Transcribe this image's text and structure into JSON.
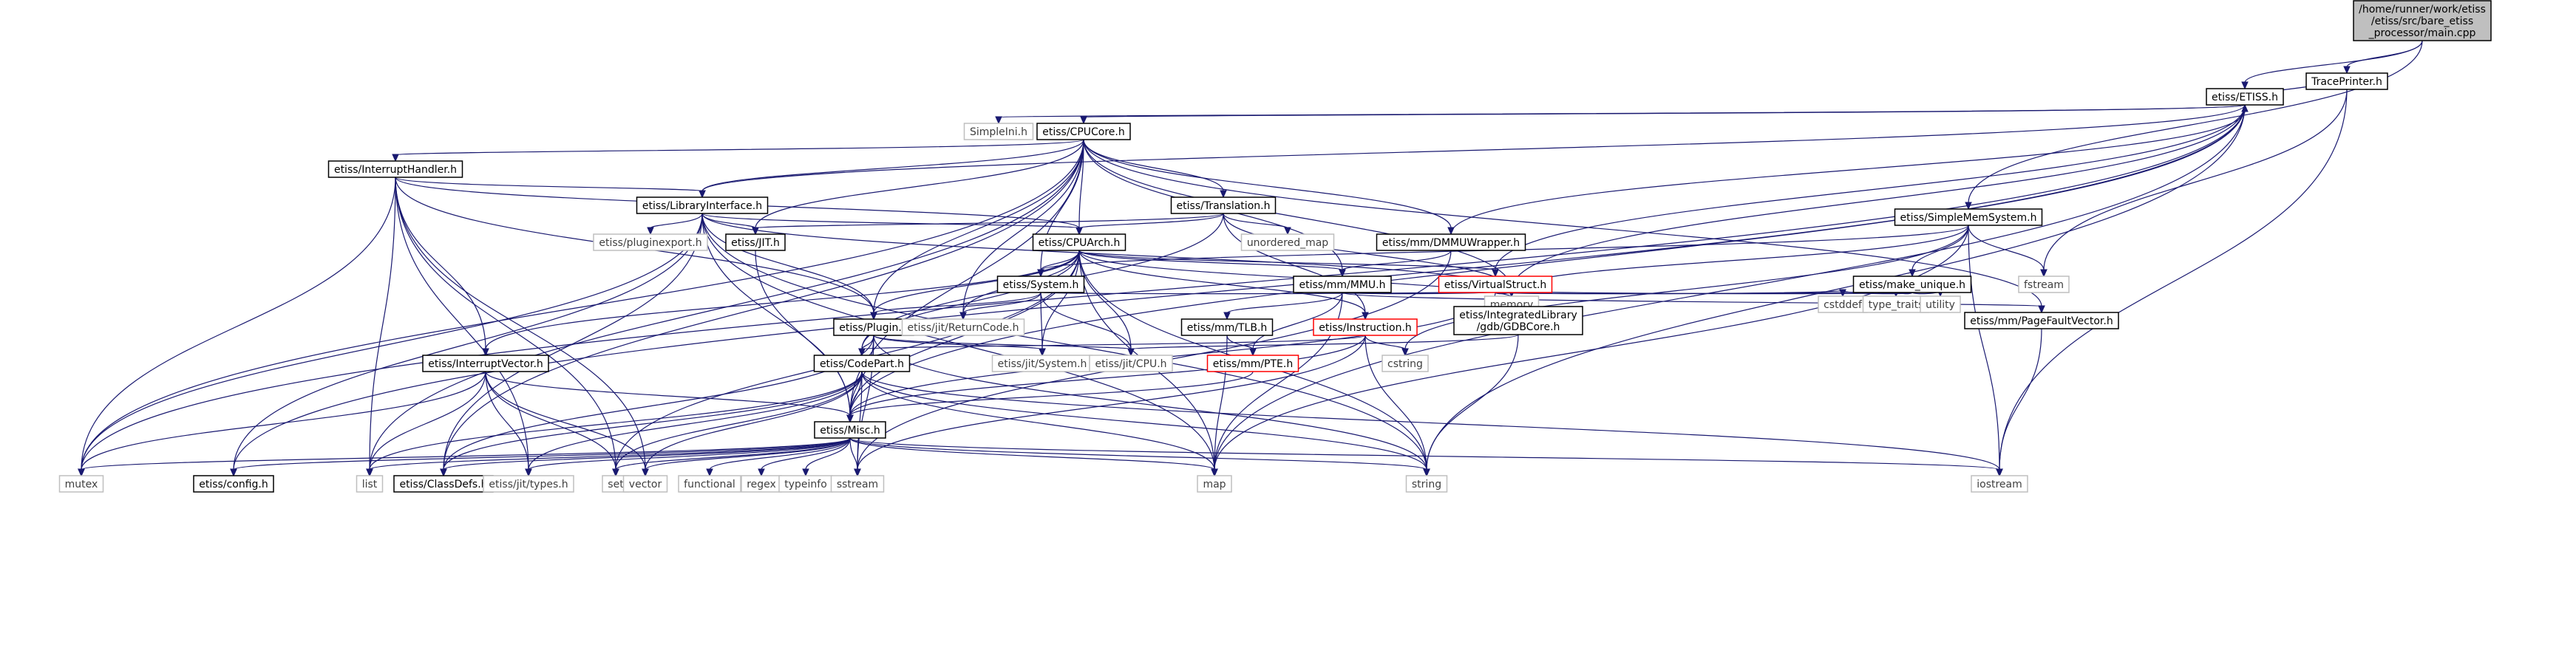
{
  "graph": {
    "palette": {
      "edge": "#191970",
      "root_fill": "#bfbfbf",
      "node_fill": "#ffffff",
      "node_border": "#000000",
      "truncated_border": "#ff0000",
      "system_border": "#bfbfbf",
      "system_text": "#3f3f3f"
    },
    "nodes": [
      {
        "id": "root",
        "label": "/home/runner/work/etiss\n/etiss/src/bare_etiss\n_processor/main.cpp",
        "kind": "root"
      },
      {
        "id": "etiss_h",
        "label": "etiss/ETISS.h",
        "kind": "file"
      },
      {
        "id": "traceprinter",
        "label": "TracePrinter.h",
        "kind": "file"
      },
      {
        "id": "cpucore",
        "label": "etiss/CPUCore.h",
        "kind": "file"
      },
      {
        "id": "simpleini",
        "label": "SimpleIni.h",
        "kind": "system"
      },
      {
        "id": "interrupthandler",
        "label": "etiss/InterruptHandler.h",
        "kind": "file"
      },
      {
        "id": "libinterface",
        "label": "etiss/LibraryInterface.h",
        "kind": "file"
      },
      {
        "id": "translation",
        "label": "etiss/Translation.h",
        "kind": "file"
      },
      {
        "id": "simplemem",
        "label": "etiss/SimpleMemSystem.h",
        "kind": "file"
      },
      {
        "id": "cpuarch",
        "label": "etiss/CPUArch.h",
        "kind": "file"
      },
      {
        "id": "jit",
        "label": "etiss/JIT.h",
        "kind": "file"
      },
      {
        "id": "pluginexport",
        "label": "etiss/pluginexport.h",
        "kind": "system"
      },
      {
        "id": "unordered_map",
        "label": "unordered_map",
        "kind": "system"
      },
      {
        "id": "dmmu",
        "label": "etiss/mm/DMMUWrapper.h",
        "kind": "file"
      },
      {
        "id": "make_unique",
        "label": "etiss/make_unique.h",
        "kind": "file"
      },
      {
        "id": "fstream",
        "label": "fstream",
        "kind": "system"
      },
      {
        "id": "system_h",
        "label": "etiss/System.h",
        "kind": "file"
      },
      {
        "id": "mmu",
        "label": "etiss/mm/MMU.h",
        "kind": "file"
      },
      {
        "id": "virtualstruct",
        "label": "etiss/VirtualStruct.h",
        "kind": "truncated"
      },
      {
        "id": "memory",
        "label": "memory",
        "kind": "system"
      },
      {
        "id": "cstddef",
        "label": "cstddef",
        "kind": "system"
      },
      {
        "id": "type_traits",
        "label": "type_traits",
        "kind": "system"
      },
      {
        "id": "utility",
        "label": "utility",
        "kind": "system"
      },
      {
        "id": "plugin",
        "label": "etiss/Plugin.h",
        "kind": "file"
      },
      {
        "id": "returncode",
        "label": "etiss/jit/ReturnCode.h",
        "kind": "system"
      },
      {
        "id": "tlb",
        "label": "etiss/mm/TLB.h",
        "kind": "file"
      },
      {
        "id": "instruction",
        "label": "etiss/Instruction.h",
        "kind": "truncated"
      },
      {
        "id": "gdbcore",
        "label": "etiss/IntegratedLibrary\n/gdb/GDBCore.h",
        "kind": "file"
      },
      {
        "id": "pagefault",
        "label": "etiss/mm/PageFaultVector.h",
        "kind": "file"
      },
      {
        "id": "interruptvector",
        "label": "etiss/InterruptVector.h",
        "kind": "file"
      },
      {
        "id": "codepart",
        "label": "etiss/CodePart.h",
        "kind": "file"
      },
      {
        "id": "jitsystem",
        "label": "etiss/jit/System.h",
        "kind": "system"
      },
      {
        "id": "jitcpu",
        "label": "etiss/jit/CPU.h",
        "kind": "system"
      },
      {
        "id": "pte",
        "label": "etiss/mm/PTE.h",
        "kind": "truncated"
      },
      {
        "id": "cstring",
        "label": "cstring",
        "kind": "system"
      },
      {
        "id": "misc",
        "label": "etiss/Misc.h",
        "kind": "file"
      },
      {
        "id": "mutex",
        "label": "mutex",
        "kind": "system"
      },
      {
        "id": "config",
        "label": "etiss/config.h",
        "kind": "file"
      },
      {
        "id": "list",
        "label": "list",
        "kind": "system"
      },
      {
        "id": "classdefs",
        "label": "etiss/ClassDefs.h",
        "kind": "file"
      },
      {
        "id": "jittypes",
        "label": "etiss/jit/types.h",
        "kind": "system"
      },
      {
        "id": "set",
        "label": "set",
        "kind": "system"
      },
      {
        "id": "vector",
        "label": "vector",
        "kind": "system"
      },
      {
        "id": "functional",
        "label": "functional",
        "kind": "system"
      },
      {
        "id": "regex",
        "label": "regex",
        "kind": "system"
      },
      {
        "id": "typeinfo",
        "label": "typeinfo",
        "kind": "system"
      },
      {
        "id": "sstream",
        "label": "sstream",
        "kind": "system"
      },
      {
        "id": "map",
        "label": "map",
        "kind": "system"
      },
      {
        "id": "string",
        "label": "string",
        "kind": "system"
      },
      {
        "id": "iostream",
        "label": "iostream",
        "kind": "system"
      }
    ],
    "edges": [
      [
        "root",
        "etiss_h"
      ],
      [
        "root",
        "traceprinter"
      ],
      [
        "root",
        "simplemem"
      ],
      [
        "traceprinter",
        "etiss_h"
      ],
      [
        "traceprinter",
        "fstream"
      ],
      [
        "traceprinter",
        "iostream"
      ],
      [
        "etiss_h",
        "cpucore"
      ],
      [
        "etiss_h",
        "simpleini"
      ],
      [
        "etiss_h",
        "libinterface"
      ],
      [
        "etiss_h",
        "memory"
      ],
      [
        "etiss_h",
        "mutex"
      ],
      [
        "etiss_h",
        "string"
      ],
      [
        "etiss_h",
        "map"
      ],
      [
        "etiss_h",
        "misc"
      ],
      [
        "etiss_h",
        "config"
      ],
      [
        "etiss_h",
        "virtualstruct"
      ],
      [
        "cpucore",
        "interrupthandler"
      ],
      [
        "cpucore",
        "libinterface"
      ],
      [
        "cpucore",
        "translation"
      ],
      [
        "cpucore",
        "cpuarch"
      ],
      [
        "cpucore",
        "jit"
      ],
      [
        "cpucore",
        "dmmu"
      ],
      [
        "cpucore",
        "system_h"
      ],
      [
        "cpucore",
        "mmu"
      ],
      [
        "cpucore",
        "plugin"
      ],
      [
        "cpucore",
        "returncode"
      ],
      [
        "cpucore",
        "pagefault"
      ],
      [
        "cpucore",
        "memory"
      ],
      [
        "cpucore",
        "mutex"
      ],
      [
        "cpucore",
        "list"
      ],
      [
        "cpucore",
        "classdefs"
      ],
      [
        "cpucore",
        "misc"
      ],
      [
        "interrupthandler",
        "libinterface"
      ],
      [
        "interrupthandler",
        "cpuarch"
      ],
      [
        "interrupthandler",
        "interruptvector"
      ],
      [
        "interrupthandler",
        "plugin"
      ],
      [
        "interrupthandler",
        "mutex"
      ],
      [
        "interrupthandler",
        "list"
      ],
      [
        "interrupthandler",
        "jittypes"
      ],
      [
        "interrupthandler",
        "set"
      ],
      [
        "interrupthandler",
        "vector"
      ],
      [
        "libinterface",
        "cpuarch"
      ],
      [
        "libinterface",
        "jit"
      ],
      [
        "libinterface",
        "pluginexport"
      ],
      [
        "libinterface",
        "plugin"
      ],
      [
        "libinterface",
        "misc"
      ],
      [
        "libinterface",
        "memory"
      ],
      [
        "libinterface",
        "string"
      ],
      [
        "libinterface",
        "map"
      ],
      [
        "libinterface",
        "mutex"
      ],
      [
        "libinterface",
        "config"
      ],
      [
        "libinterface",
        "classdefs"
      ],
      [
        "translation",
        "cpuarch"
      ],
      [
        "translation",
        "jit"
      ],
      [
        "translation",
        "unordered_map"
      ],
      [
        "translation",
        "instruction"
      ],
      [
        "translation",
        "codepart"
      ],
      [
        "translation",
        "memory"
      ],
      [
        "simplemem",
        "system_h"
      ],
      [
        "simplemem",
        "make_unique"
      ],
      [
        "simplemem",
        "memory"
      ],
      [
        "simplemem",
        "fstream"
      ],
      [
        "simplemem",
        "map"
      ],
      [
        "simplemem",
        "cstring"
      ],
      [
        "simplemem",
        "iostream"
      ],
      [
        "make_unique",
        "memory"
      ],
      [
        "make_unique",
        "cstddef"
      ],
      [
        "make_unique",
        "type_traits"
      ],
      [
        "make_unique",
        "utility"
      ],
      [
        "cpuarch",
        "interruptvector"
      ],
      [
        "cpuarch",
        "plugin"
      ],
      [
        "cpuarch",
        "codepart"
      ],
      [
        "cpuarch",
        "system_h"
      ],
      [
        "cpuarch",
        "mmu"
      ],
      [
        "cpuarch",
        "instruction"
      ],
      [
        "cpuarch",
        "gdbcore"
      ],
      [
        "cpuarch",
        "virtualstruct"
      ],
      [
        "cpuarch",
        "jitcpu"
      ],
      [
        "cpuarch",
        "jitsystem"
      ],
      [
        "cpuarch",
        "returncode"
      ],
      [
        "cpuarch",
        "misc"
      ],
      [
        "cpuarch",
        "set"
      ],
      [
        "cpuarch",
        "string"
      ],
      [
        "cpuarch",
        "map"
      ],
      [
        "jit",
        "misc"
      ],
      [
        "dmmu",
        "etiss_h"
      ],
      [
        "dmmu",
        "mmu"
      ],
      [
        "dmmu",
        "sstream"
      ],
      [
        "system_h",
        "plugin"
      ],
      [
        "system_h",
        "jitsystem"
      ],
      [
        "system_h",
        "jitcpu"
      ],
      [
        "system_h",
        "returncode"
      ],
      [
        "system_h",
        "memory"
      ],
      [
        "mmu",
        "tlb"
      ],
      [
        "mmu",
        "pte"
      ],
      [
        "mmu",
        "pagefault"
      ],
      [
        "mmu",
        "memory"
      ],
      [
        "mmu",
        "map"
      ],
      [
        "virtualstruct",
        "misc"
      ],
      [
        "virtualstruct",
        "memory"
      ],
      [
        "virtualstruct",
        "cstddef"
      ],
      [
        "virtualstruct",
        "type_traits"
      ],
      [
        "plugin",
        "codepart"
      ],
      [
        "plugin",
        "jitsystem"
      ],
      [
        "plugin",
        "jitcpu"
      ],
      [
        "plugin",
        "misc"
      ],
      [
        "plugin",
        "sstream"
      ],
      [
        "plugin",
        "classdefs"
      ],
      [
        "plugin",
        "string"
      ],
      [
        "tlb",
        "pte"
      ],
      [
        "tlb",
        "map"
      ],
      [
        "instruction",
        "codepart"
      ],
      [
        "instruction",
        "misc"
      ],
      [
        "instruction",
        "cstring"
      ],
      [
        "instruction",
        "sstream"
      ],
      [
        "instruction",
        "string"
      ],
      [
        "gdbcore",
        "jitcpu"
      ],
      [
        "gdbcore",
        "string"
      ],
      [
        "pagefault",
        "iostream"
      ],
      [
        "interruptvector",
        "misc"
      ],
      [
        "interruptvector",
        "mutex"
      ],
      [
        "interruptvector",
        "list"
      ],
      [
        "interruptvector",
        "jittypes"
      ],
      [
        "interruptvector",
        "set"
      ],
      [
        "interruptvector",
        "vector"
      ],
      [
        "codepart",
        "misc"
      ],
      [
        "codepart",
        "jittypes"
      ],
      [
        "codepart",
        "list"
      ],
      [
        "codepart",
        "set"
      ],
      [
        "codepart",
        "vector"
      ],
      [
        "codepart",
        "string"
      ],
      [
        "codepart",
        "map"
      ],
      [
        "codepart",
        "sstream"
      ],
      [
        "codepart",
        "iostream"
      ],
      [
        "codepart",
        "classdefs"
      ],
      [
        "pte",
        "misc"
      ],
      [
        "misc",
        "mutex"
      ],
      [
        "misc",
        "config"
      ],
      [
        "misc",
        "list"
      ],
      [
        "misc",
        "classdefs"
      ],
      [
        "misc",
        "jittypes"
      ],
      [
        "misc",
        "set"
      ],
      [
        "misc",
        "vector"
      ],
      [
        "misc",
        "functional"
      ],
      [
        "misc",
        "regex"
      ],
      [
        "misc",
        "typeinfo"
      ],
      [
        "misc",
        "sstream"
      ],
      [
        "misc",
        "map"
      ],
      [
        "misc",
        "string"
      ],
      [
        "misc",
        "iostream"
      ]
    ]
  }
}
